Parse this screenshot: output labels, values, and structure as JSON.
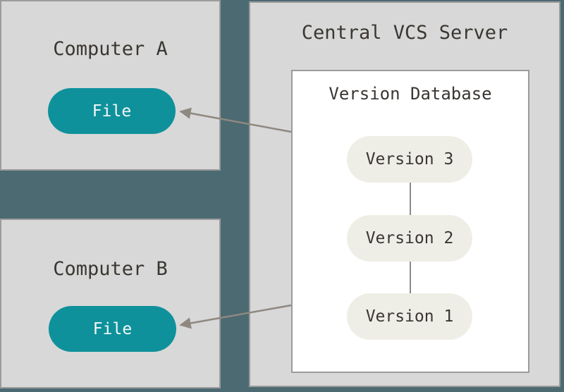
{
  "diagram": {
    "type": "centralized-version-control",
    "colors": {
      "background": "#4C6A72",
      "box_fill": "#D8D8D8",
      "box_border": "#9B9B9B",
      "database_fill": "#FFFFFF",
      "file_pill": "#0E919B",
      "file_pill_text": "#F5F8F8",
      "version_pill": "#EFEEE6",
      "text_dark": "#3A3632",
      "arrow": "#8E8880",
      "connector_line": "#8A8A8A"
    }
  },
  "computer_a": {
    "title": "Computer A",
    "file_label": "File"
  },
  "computer_b": {
    "title": "Computer B",
    "file_label": "File"
  },
  "server": {
    "title": "Central VCS Server",
    "database": {
      "title": "Version Database",
      "versions": [
        {
          "label": "Version 3"
        },
        {
          "label": "Version 2"
        },
        {
          "label": "Version 1"
        }
      ]
    }
  }
}
